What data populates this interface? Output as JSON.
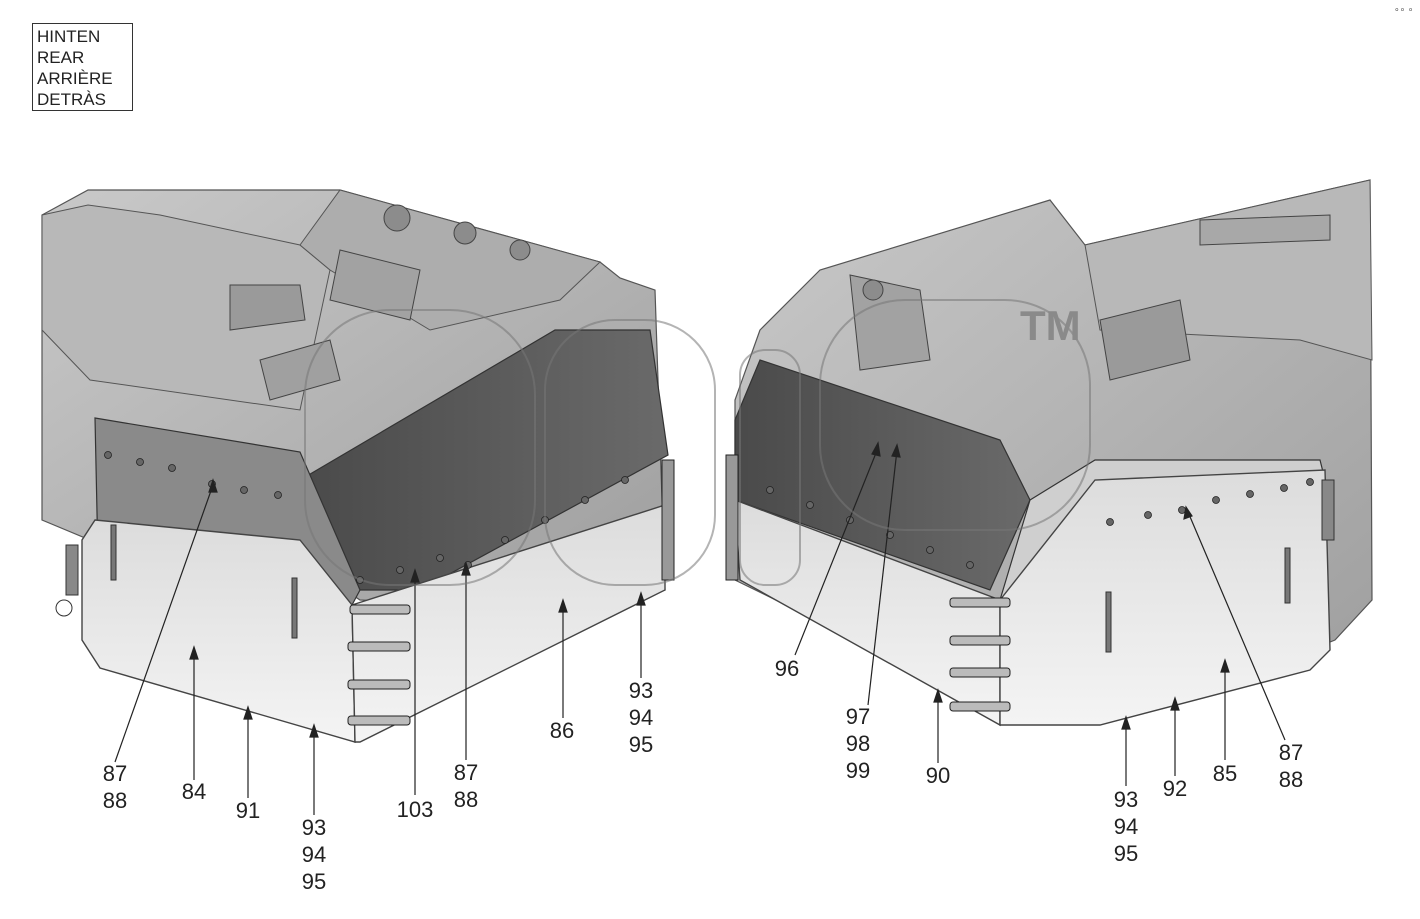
{
  "legend": [
    "HINTEN",
    "REAR",
    "ARRIÈRE",
    "DETRÀS"
  ],
  "watermark": "TM",
  "part_number_labels": {
    "left_87_88_outer": [
      "87",
      "88"
    ],
    "left_84": [
      "84"
    ],
    "left_91": [
      "91"
    ],
    "left_93_94_95": [
      "93",
      "94",
      "95"
    ],
    "left_103": [
      "103"
    ],
    "left_87_88_inner": [
      "87",
      "88"
    ],
    "left_86": [
      "86"
    ],
    "left_93_94_95_right": [
      "93",
      "94",
      "95"
    ],
    "right_96": [
      "96"
    ],
    "right_97_98_99": [
      "97",
      "98",
      "99"
    ],
    "right_90": [
      "90"
    ],
    "right_93_94_95": [
      "93",
      "94",
      "95"
    ],
    "right_92": [
      "92"
    ],
    "right_85": [
      "85"
    ],
    "right_87_88": [
      "87",
      "88"
    ]
  }
}
